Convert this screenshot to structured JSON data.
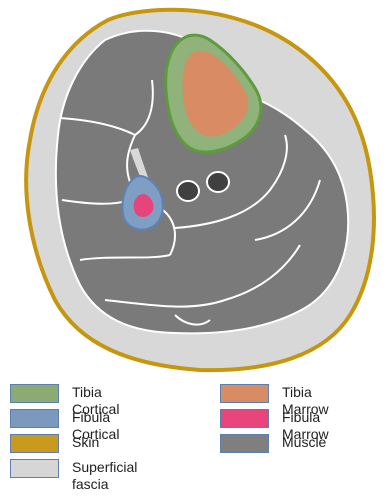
{
  "legend": {
    "items": [
      {
        "label": "Tibia Cortical",
        "color": "#8bab72"
      },
      {
        "label": "Tibia Marrow",
        "color": "#d98c63"
      },
      {
        "label": "Fibula Cortical",
        "color": "#7b98bd"
      },
      {
        "label": "Fibula Marrow",
        "color": "#e8457c"
      },
      {
        "label": "Skin",
        "color": "#c99a1e"
      },
      {
        "label": "Muscle",
        "color": "#7f7f7f"
      },
      {
        "label": "Superficial\nfascia",
        "color": "#d6d6d6"
      }
    ]
  },
  "colors": {
    "skin": "#c6960f",
    "fascia": "#d8d8d8",
    "muscle": "#7a7a7a",
    "muscle_outline": "#ffffff",
    "tibia_cortical": "#8fb37a",
    "tibia_cortical_outline": "#5e9b3c",
    "tibia_marrow": "#d98b63",
    "fibula_cortical": "#7f9ec4",
    "fibula_marrow": "#e6457c",
    "vessel": "#404040"
  }
}
